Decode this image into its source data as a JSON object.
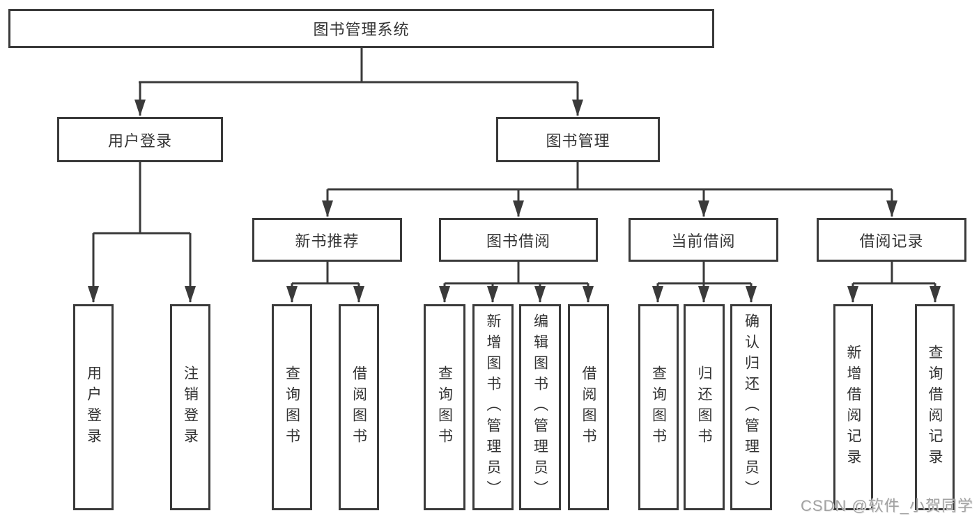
{
  "diagram": {
    "title": "图书管理系统",
    "nodes": {
      "root": {
        "label": "图书管理系统"
      },
      "user_login": {
        "label": "用户登录"
      },
      "book_mgmt": {
        "label": "图书管理"
      },
      "new_book_rec": {
        "label": "新书推荐"
      },
      "book_borrow": {
        "label": "图书借阅"
      },
      "current_borrow": {
        "label": "当前借阅"
      },
      "borrow_records": {
        "label": "借阅记录"
      },
      "leaves": {
        "user_login": {
          "label": "用户登录"
        },
        "logout": {
          "label": "注销登录"
        },
        "query_book_newrec": {
          "label": "查询图书"
        },
        "borrow_book_newrec": {
          "label": "借阅图书"
        },
        "query_book_borrow": {
          "label": "查询图书"
        },
        "add_book_admin": {
          "label": "新增图书（管理员）"
        },
        "edit_book_admin": {
          "label": "编辑图书（管理员）"
        },
        "borrow_book_borrow": {
          "label": "借阅图书"
        },
        "query_book_current": {
          "label": "查询图书"
        },
        "return_book": {
          "label": "归还图书"
        },
        "confirm_return_admin": {
          "label": "确认归还（管理员）"
        },
        "add_borrow_record": {
          "label": "新增借阅记录"
        },
        "query_borrow_record": {
          "label": "查询借阅记录"
        }
      }
    },
    "colors": {
      "line": "#3a3a3a",
      "box_border": "#3a3a3a",
      "box_background": "#ffffff",
      "text": "#333333",
      "watermark": "#a2a2a2"
    }
  },
  "watermark": {
    "text": "CSDN @软件_小贺同学"
  }
}
